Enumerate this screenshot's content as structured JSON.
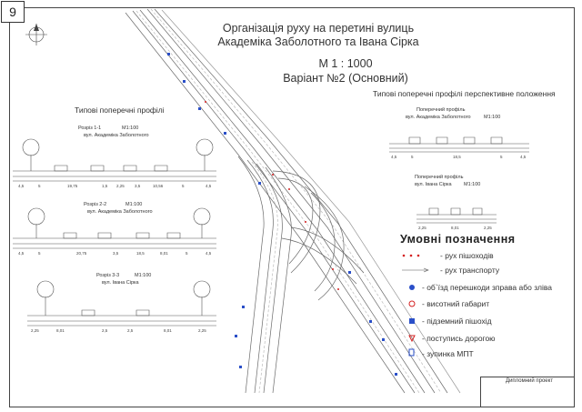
{
  "page_number": "9",
  "title": {
    "line1": "Організація руху на перетині вулиць",
    "line2": "Академіка Заболотного та Івана Сірка"
  },
  "scale": "М 1 : 1000",
  "variant": "Варіант №2 (Основний)",
  "profiles_left_heading": "Типові поперечні профілі",
  "profiles_right_heading": "Типові поперечні профілі перспективне положення",
  "sections": [
    {
      "name": "Розріз 1-1",
      "scale": "М1:100",
      "street": "вул. Академіка Заболотного",
      "dims": [
        "4,5",
        "5",
        "19,75",
        "1,5",
        "2,25",
        "3,5",
        "10,56",
        "5",
        "4,5"
      ]
    },
    {
      "name": "Розріз 2-2",
      "scale": "М1:100",
      "street": "вул. Академіка Заболотного",
      "dims": [
        "4,5",
        "5",
        "20,75",
        "3,5",
        "18,5",
        "8,01",
        "5",
        "4,5"
      ]
    },
    {
      "name": "Розріз 3-3",
      "scale": "М1:100",
      "street": "вул. Івана Сірка",
      "dims": [
        "2,25",
        "8,01",
        "2,5",
        "2,5",
        "8,01",
        "2,25"
      ]
    }
  ],
  "right_profiles": [
    {
      "name": "Поперечний профіль",
      "street": "вул. Академіка Заболотного",
      "scale": "М1:100",
      "dims": [
        "4,5",
        "5",
        "18,5",
        "5",
        "4,5"
      ]
    },
    {
      "name": "Поперечний профіль",
      "street": "вул. Івана Сірка",
      "scale": "М1:100",
      "dims": [
        "2,25",
        "8,01",
        "2,25"
      ]
    }
  ],
  "legend": {
    "title": "Умовні позначення",
    "items": [
      {
        "icon": "pedestrian-dots",
        "label": "- рух пішоходів",
        "color": "#d42020"
      },
      {
        "icon": "traffic-arrow",
        "label": "- рух транспорту",
        "color": "#555555"
      },
      {
        "icon": "detour-sign",
        "label": "- об`їзд перешкоди зправа або зліва",
        "color": "#2a4fc8"
      },
      {
        "icon": "height-limit-sign",
        "label": "- висотний габарит",
        "color": "#d42020"
      },
      {
        "icon": "underpass-sign",
        "label": "- підземний пішохід",
        "color": "#2a4fc8"
      },
      {
        "icon": "give-way-sign",
        "label": "- поступись дорогою",
        "color": "#d42020"
      },
      {
        "icon": "bus-stop-sign",
        "label": "- зупинка МПТ",
        "color": "#2a4fc8"
      }
    ]
  },
  "stamp": {
    "title": "Дипломний проект"
  },
  "colors": {
    "line": "#555555",
    "road": "#6a6a6a",
    "accent_red": "#d42020",
    "accent_blue": "#2a4fc8"
  }
}
